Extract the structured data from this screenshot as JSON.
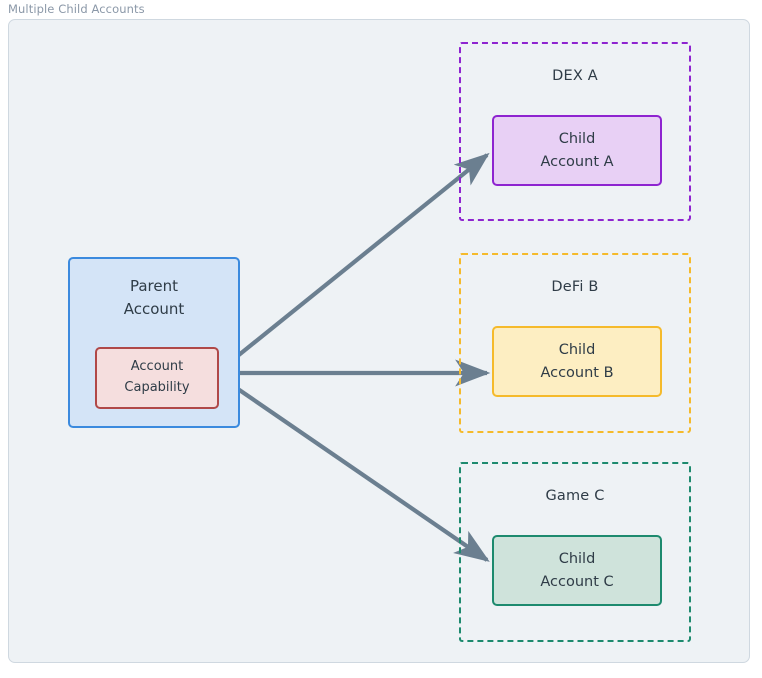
{
  "frame": {
    "title": "Multiple Child Accounts",
    "background": "#eef2f5",
    "border_color": "#cfd8e0",
    "title_color": "#8b98a8"
  },
  "parent": {
    "title_line1": "Parent",
    "title_line2": "Account",
    "fill": "#d4e4f7",
    "stroke": "#3b8ade",
    "capability": {
      "line1": "Account",
      "line2": "Capability",
      "fill": "#f5dede",
      "stroke": "#b04848"
    }
  },
  "groups": [
    {
      "label": "DEX A",
      "stroke": "#8e24d0",
      "node": {
        "line1": "Child",
        "line2": "Account A",
        "fill": "#e8d0f5",
        "stroke": "#8e24d0"
      }
    },
    {
      "label": "DeFi B",
      "stroke": "#f5ba2b",
      "node": {
        "line1": "Child",
        "line2": "Account B",
        "fill": "#fdeec2",
        "stroke": "#f5ba2b"
      }
    },
    {
      "label": "Game C",
      "stroke": "#1d8a6e",
      "node": {
        "line1": "Child",
        "line2": "Account C",
        "fill": "#cfe3db",
        "stroke": "#1d8a6e"
      }
    }
  ],
  "arrows": {
    "color": "#6b7f90",
    "count": 3,
    "origin_label": "Account Capability",
    "targets": [
      "Child Account A",
      "Child Account B",
      "Child Account C"
    ]
  }
}
